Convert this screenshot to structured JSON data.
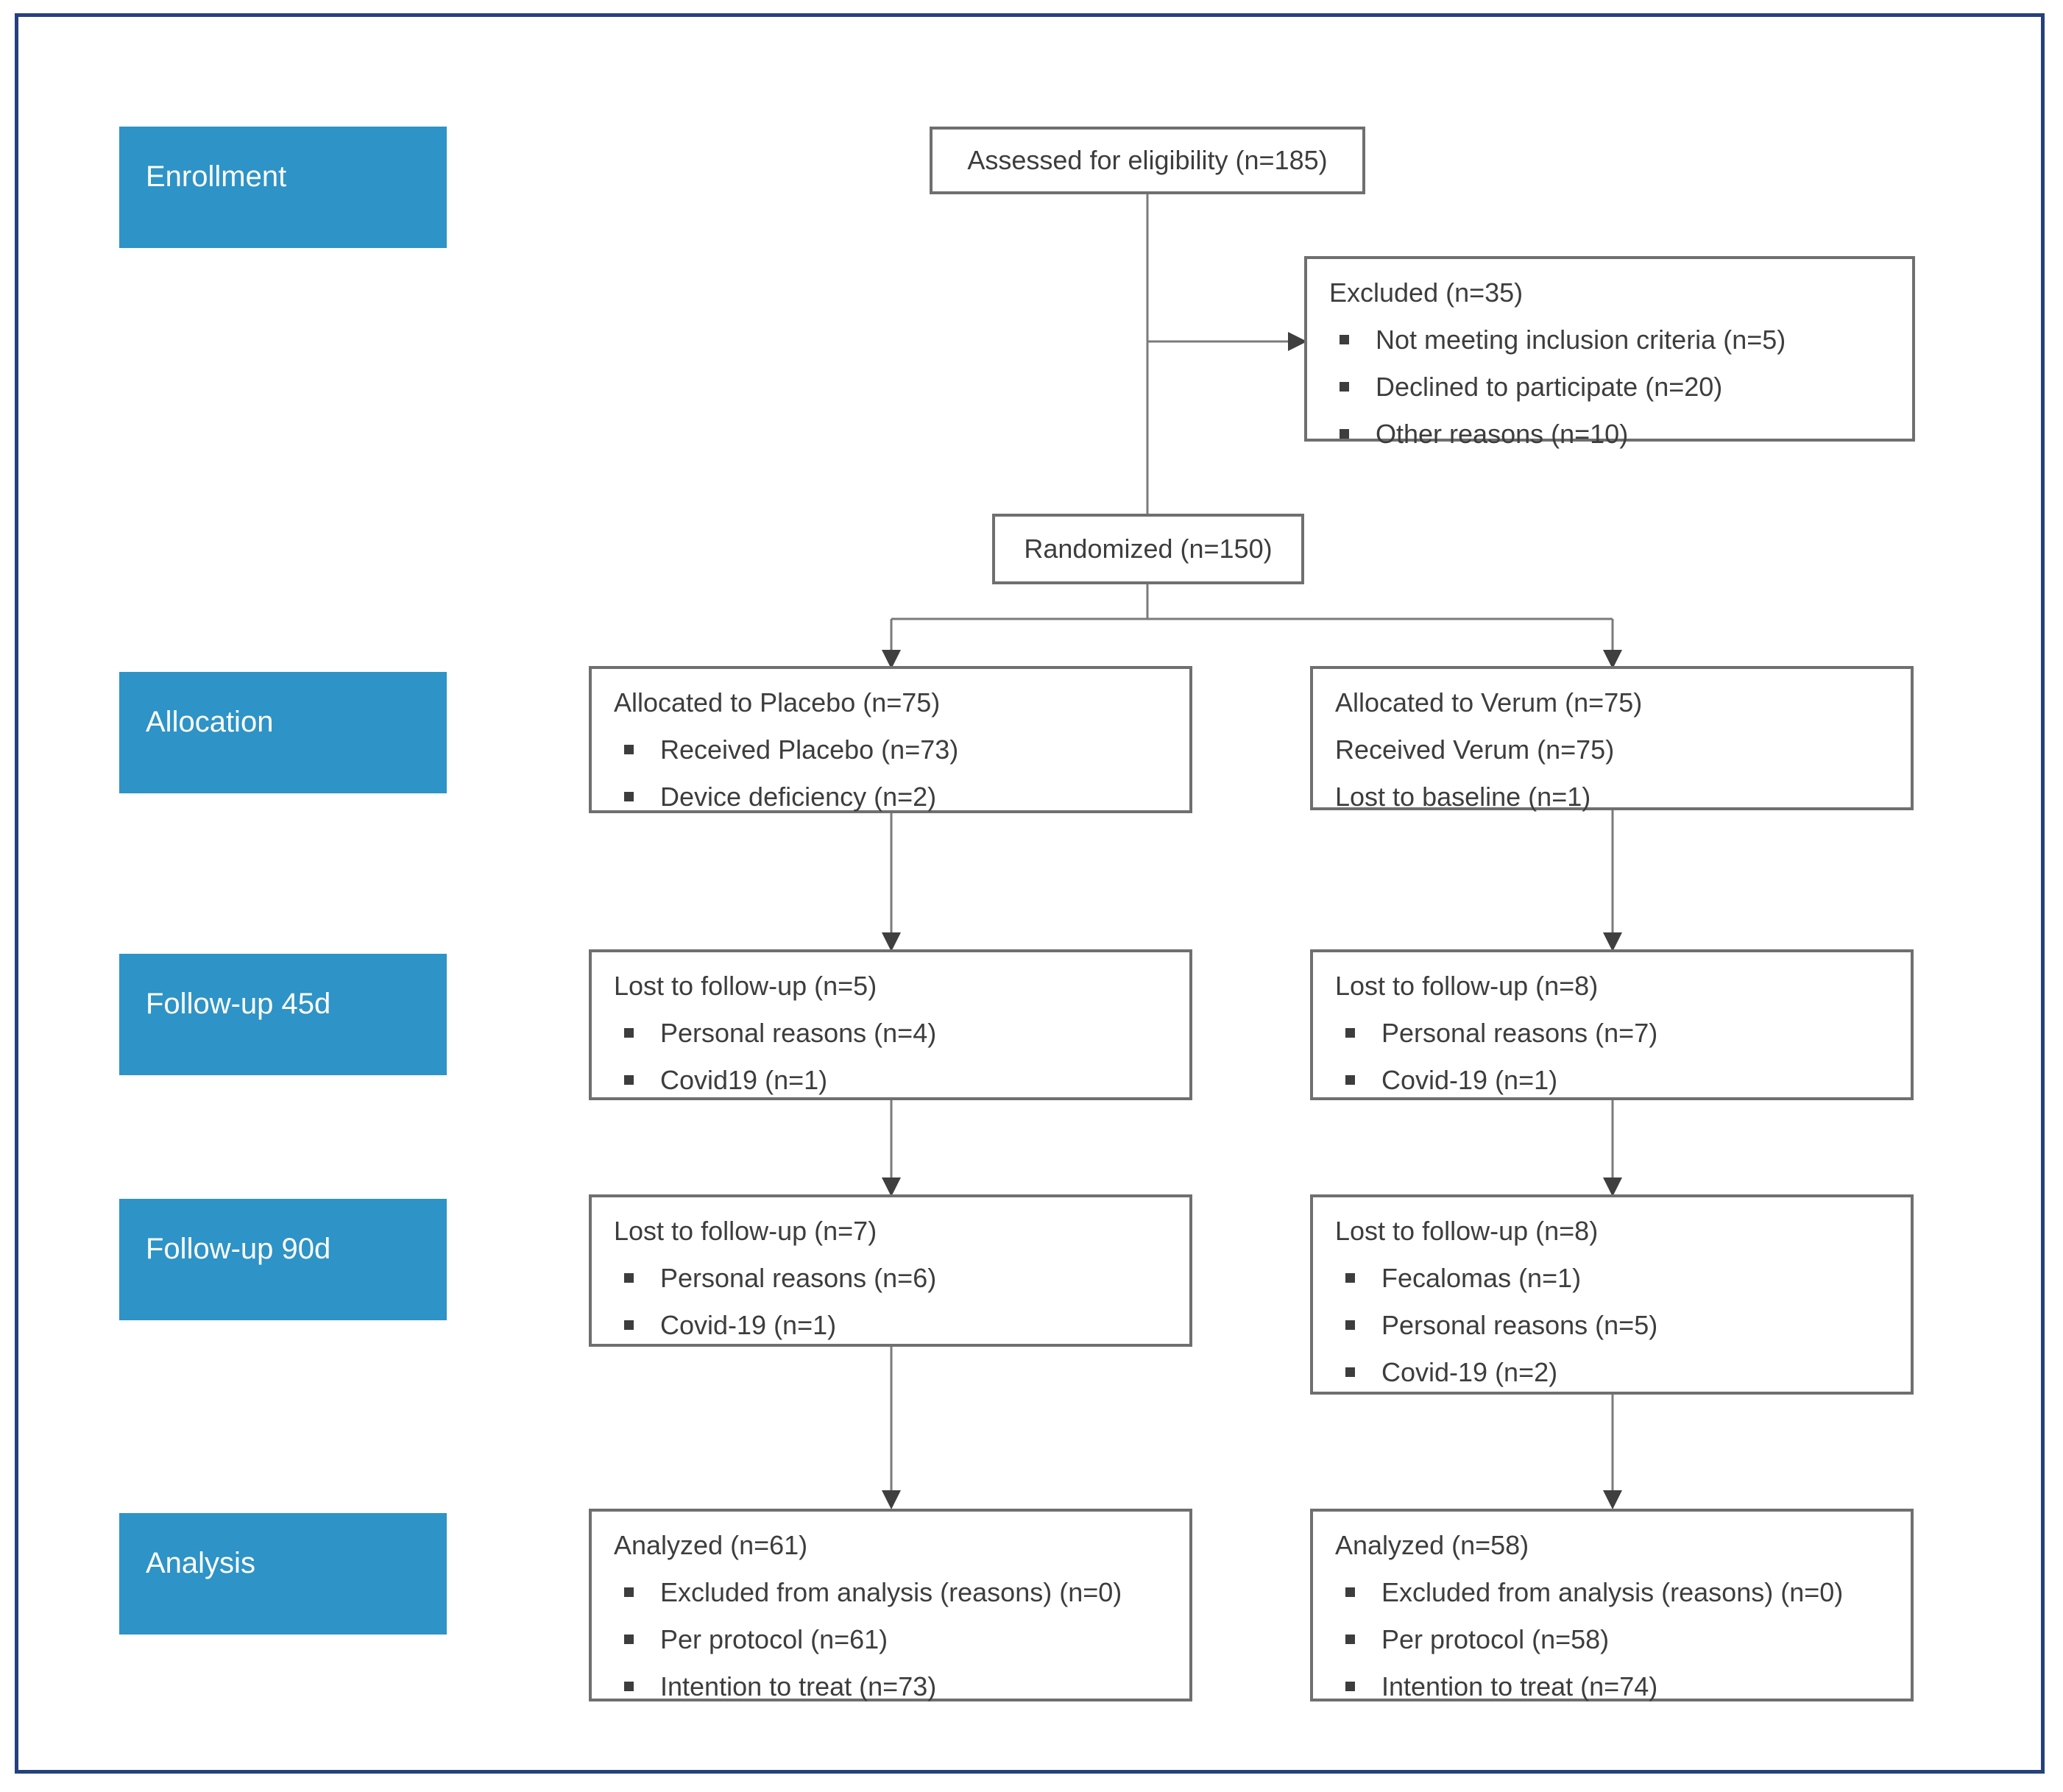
{
  "diagram_title": "CONSORT participant flow diagram",
  "stages": [
    {
      "label": "Enrollment"
    },
    {
      "label": "Allocation"
    },
    {
      "label": "Follow-up 45d"
    },
    {
      "label": "Follow-up 90d"
    },
    {
      "label": "Analysis"
    }
  ],
  "boxes": {
    "assessed": {
      "title": "Assessed for eligibility (n=185)"
    },
    "excluded": {
      "title": "Excluded (n=35)",
      "items": [
        "Not meeting inclusion criteria (n=5)",
        "Declined to participate (n=20)",
        "Other reasons (n=10)"
      ]
    },
    "randomized": {
      "title": "Randomized (n=150)"
    },
    "alloc_placebo": {
      "title": "Allocated to Placebo (n=75)",
      "items": [
        "Received Placebo (n=73)",
        "Device deficiency (n=2)"
      ]
    },
    "alloc_verum": {
      "title": "Allocated to Verum (n=75)",
      "lines": [
        "Received Verum (n=75)",
        "Lost to baseline (n=1)"
      ]
    },
    "fu45_placebo": {
      "title": "Lost to follow-up (n=5)",
      "items": [
        "Personal reasons (n=4)",
        "Covid19 (n=1)"
      ]
    },
    "fu45_verum": {
      "title": "Lost to follow-up (n=8)",
      "items": [
        "Personal reasons (n=7)",
        "Covid-19 (n=1)"
      ]
    },
    "fu90_placebo": {
      "title": "Lost to follow-up (n=7)",
      "items": [
        "Personal reasons (n=6)",
        "Covid-19 (n=1)"
      ]
    },
    "fu90_verum": {
      "title": "Lost to follow-up (n=8)",
      "items": [
        "Fecalomas (n=1)",
        "Personal reasons (n=5)",
        "Covid-19 (n=2)"
      ]
    },
    "analysis_placebo": {
      "title": "Analyzed (n=61)",
      "items": [
        "Excluded from analysis (reasons) (n=0)",
        "Per protocol (n=61)",
        "Intention to treat (n=73)"
      ]
    },
    "analysis_verum": {
      "title": "Analyzed (n=58)",
      "items": [
        "Excluded from analysis (reasons) (n=0)",
        "Per protocol (n=58)",
        "Intention to treat (n=74)"
      ]
    }
  },
  "colors": {
    "stage_blue": "#2e93c6",
    "frame_navy": "#25417d",
    "box_border_gray": "#6f6f6f",
    "line_gray": "#7b7b7b",
    "arrow_dark": "#3f3f3f",
    "text_dark": "#3d3d3d"
  }
}
